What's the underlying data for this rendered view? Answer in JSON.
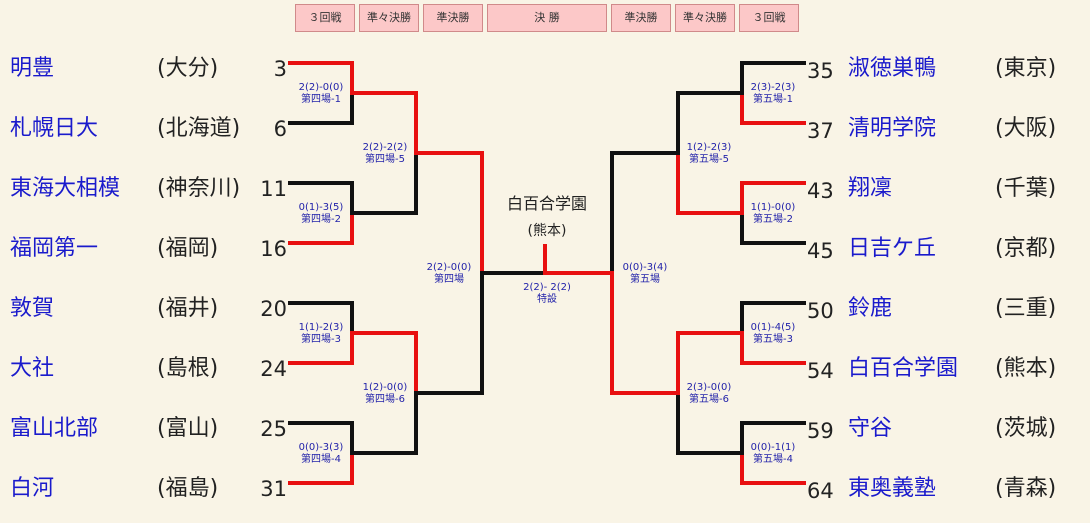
{
  "headers": [
    "３回戦",
    "準々決勝",
    "準決勝",
    "決 勝",
    "準決勝",
    "準々決勝",
    "３回戦"
  ],
  "left_teams": [
    {
      "name": "明豊",
      "pref": "(大分)",
      "num": "3"
    },
    {
      "name": "札幌日大",
      "pref": "(北海道)",
      "num": "6"
    },
    {
      "name": "東海大相模",
      "pref": "(神奈川)",
      "num": "11"
    },
    {
      "name": "福岡第一",
      "pref": "(福岡)",
      "num": "16"
    },
    {
      "name": "敦賀",
      "pref": "(福井)",
      "num": "20"
    },
    {
      "name": "大社",
      "pref": "(島根)",
      "num": "24"
    },
    {
      "name": "富山北部",
      "pref": "(富山)",
      "num": "25"
    },
    {
      "name": "白河",
      "pref": "(福島)",
      "num": "31"
    }
  ],
  "right_teams": [
    {
      "name": "淑徳巣鴨",
      "pref": "(東京)",
      "num": "35"
    },
    {
      "name": "清明学院",
      "pref": "(大阪)",
      "num": "37"
    },
    {
      "name": "翔凜",
      "pref": "(千葉)",
      "num": "43"
    },
    {
      "name": "日吉ケ丘",
      "pref": "(京都)",
      "num": "45"
    },
    {
      "name": "鈴鹿",
      "pref": "(三重)",
      "num": "50"
    },
    {
      "name": "白百合学園",
      "pref": "(熊本)",
      "num": "54"
    },
    {
      "name": "守谷",
      "pref": "(茨城)",
      "num": "59"
    },
    {
      "name": "東奥義塾",
      "pref": "(青森)",
      "num": "64"
    }
  ],
  "games": {
    "l_r3_1": {
      "score": "2(2)-0(0)",
      "venue": "第四場-1"
    },
    "l_r3_2": {
      "score": "0(1)-3(5)",
      "venue": "第四場-2"
    },
    "l_r3_3": {
      "score": "1(1)-2(3)",
      "venue": "第四場-3"
    },
    "l_r3_4": {
      "score": "0(0)-3(3)",
      "venue": "第四場-4"
    },
    "l_qf_1": {
      "score": "2(2)-2(2)",
      "venue": "第四場-5"
    },
    "l_qf_2": {
      "score": "1(2)-0(0)",
      "venue": "第四場-6"
    },
    "l_sf": {
      "score": "2(2)-0(0)",
      "venue": "第四場"
    },
    "final": {
      "score": "2(2)- 2(2)",
      "venue": "特設"
    },
    "r_sf": {
      "score": "0(0)-3(4)",
      "venue": "第五場"
    },
    "r_qf_1": {
      "score": "1(2)-2(3)",
      "venue": "第五場-5"
    },
    "r_qf_2": {
      "score": "2(3)-0(0)",
      "venue": "第五場-6"
    },
    "r_r3_1": {
      "score": "2(3)-2(3)",
      "venue": "第五場-1"
    },
    "r_r3_2": {
      "score": "1(1)-0(0)",
      "venue": "第五場-2"
    },
    "r_r3_3": {
      "score": "0(1)-4(5)",
      "venue": "第五場-3"
    },
    "r_r3_4": {
      "score": "0(0)-1(1)",
      "venue": "第五場-4"
    }
  },
  "champion": {
    "name": "白百合学園",
    "pref": "(熊本)"
  },
  "colors": {
    "win_line": "#e81010",
    "lose_line": "#111111",
    "team_text": "#1a1acc",
    "header_bg": "#fcc8c8"
  }
}
